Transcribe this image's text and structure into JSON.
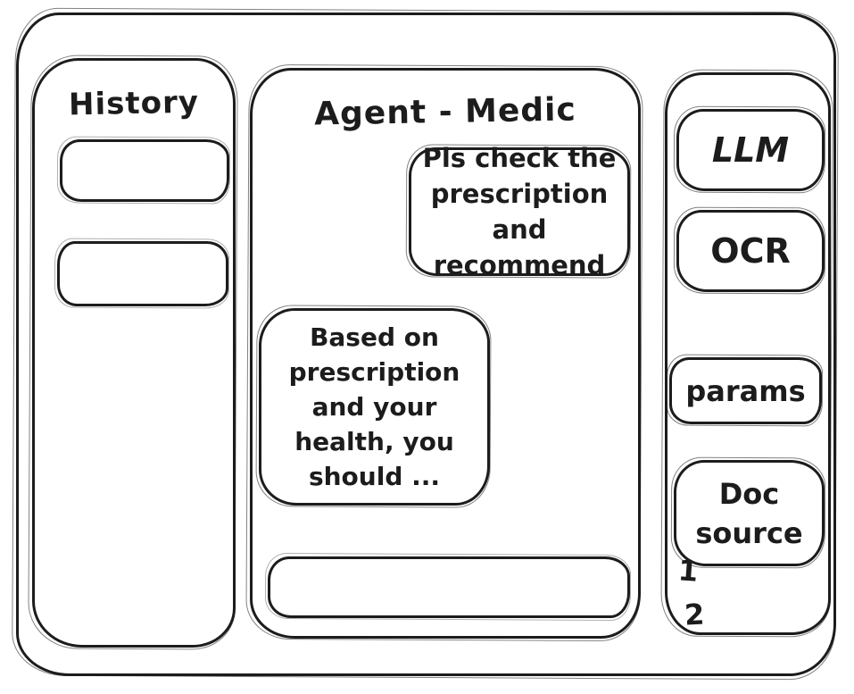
{
  "history_panel": {
    "title": "History",
    "items": [
      {
        "label": ""
      },
      {
        "label": ""
      }
    ]
  },
  "chat_panel": {
    "title": "Agent - Medic",
    "messages": [
      {
        "role": "user",
        "text": "Pls check the\nprescription\nand recommend"
      },
      {
        "role": "assistant",
        "text": "Based on\nprescription\nand your\nhealth, you\nshould ..."
      }
    ],
    "input": {
      "value": ""
    }
  },
  "tools_panel": {
    "buttons": [
      {
        "label": "LLM"
      },
      {
        "label": "OCR"
      },
      {
        "label": "params"
      },
      {
        "label": "Doc\nsource"
      }
    ],
    "doc_source_items": [
      "1",
      "2"
    ]
  },
  "colors": {
    "ink": "#1c1c1c",
    "background": "#ffffff"
  }
}
